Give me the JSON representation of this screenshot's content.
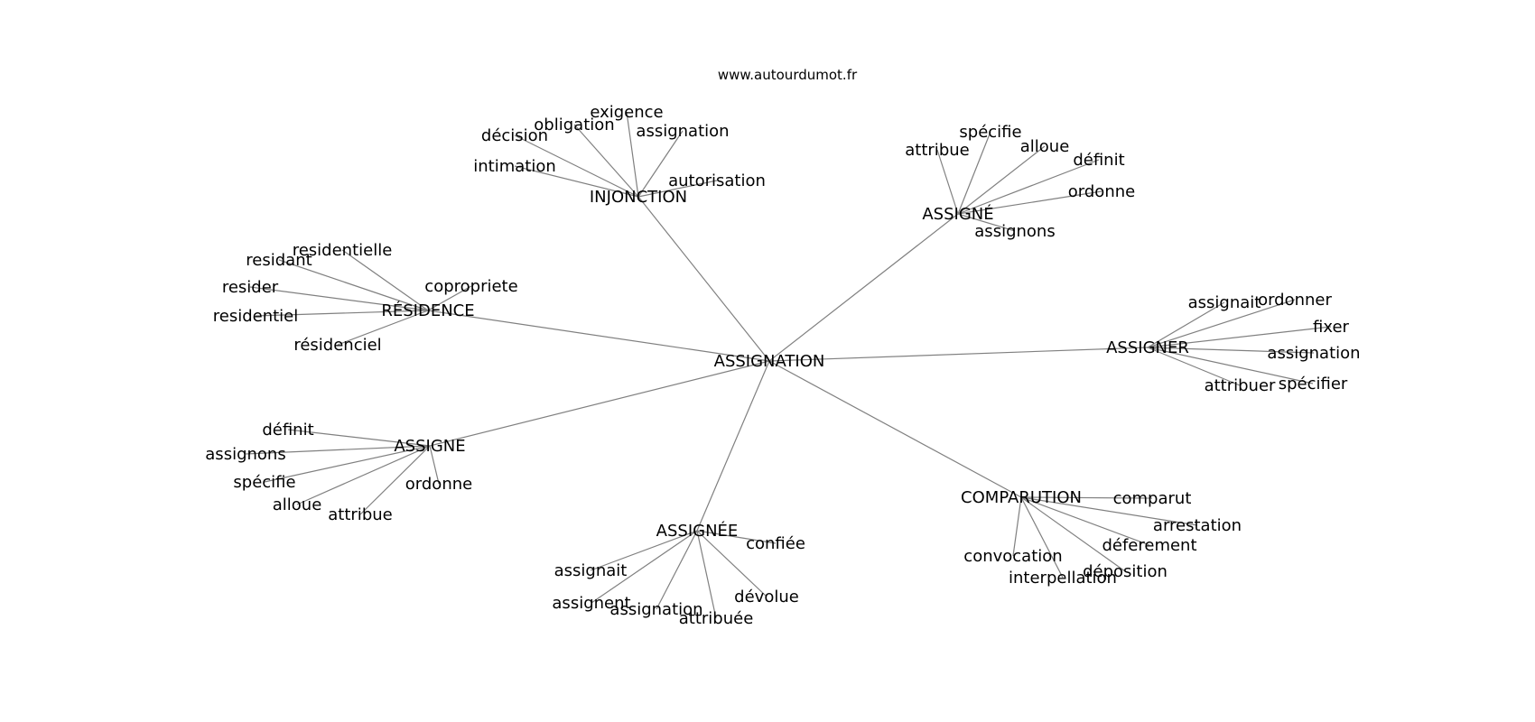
{
  "source": "www.autourdumot.fr",
  "center": "ASSIGNATION",
  "clusters": [
    {
      "hub": "INJONCTION",
      "leaves": [
        "exigence",
        "obligation",
        "décision",
        "assignation",
        "intimation",
        "autorisation"
      ]
    },
    {
      "hub": "ASSIGNÉ",
      "leaves": [
        "spécifie",
        "attribue",
        "alloue",
        "définit",
        "ordonne",
        "assignons"
      ]
    },
    {
      "hub": "RÉSIDENCE",
      "leaves": [
        "residentielle",
        "residant",
        "resider",
        "copropriete",
        "residentiel",
        "résidenciel"
      ]
    },
    {
      "hub": "ASSIGNER",
      "leaves": [
        "assignait",
        "ordonner",
        "fixer",
        "assignation",
        "spécifier",
        "attribuer"
      ]
    },
    {
      "hub": "ASSIGNE",
      "leaves": [
        "définit",
        "assignons",
        "spécifie",
        "ordonne",
        "alloue",
        "attribue"
      ]
    },
    {
      "hub": "COMPARUTION",
      "leaves": [
        "comparut",
        "arrestation",
        "déferement",
        "convocation",
        "déposition",
        "interpellation"
      ]
    },
    {
      "hub": "ASSIGNÉE",
      "leaves": [
        "confiée",
        "assignait",
        "dévolue",
        "assignent",
        "assignation",
        "attribuée"
      ]
    }
  ]
}
